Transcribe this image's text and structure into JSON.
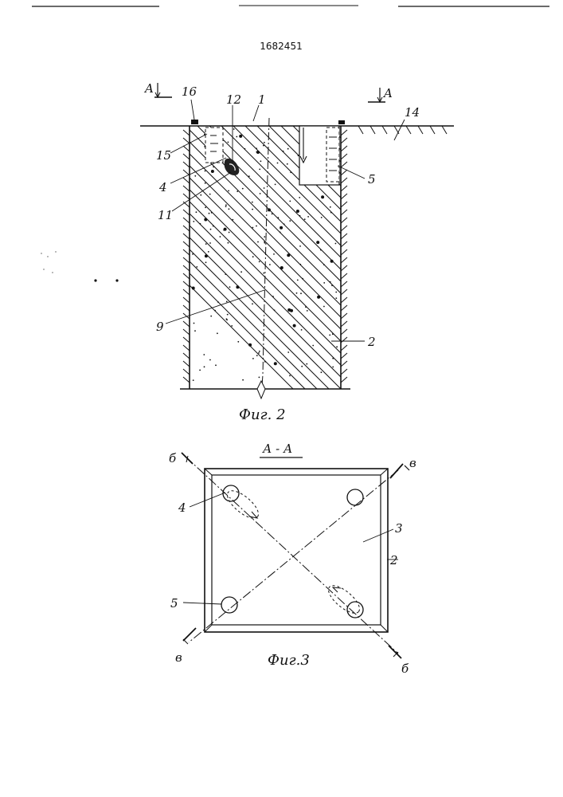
{
  "patent_number": "1682451",
  "fig2": {
    "caption": "Фиг. 2",
    "section_mark_left": "A",
    "section_mark_right": "A",
    "labels": {
      "l16": "16",
      "l12": "12",
      "l1": "1",
      "l14": "14",
      "l15": "15",
      "l4": "4",
      "l11": "11",
      "l5": "5",
      "l9": "9",
      "l2": "2"
    }
  },
  "fig3": {
    "caption": "Фиг.3",
    "section_title": "А - А",
    "corner_marks": {
      "b_top_left": "б",
      "v_top_right": "в",
      "v_bottom_left": "в",
      "b_bottom_right": "б"
    },
    "labels": {
      "l4": "4",
      "l3": "3",
      "l2": "2",
      "l5": "5"
    }
  }
}
